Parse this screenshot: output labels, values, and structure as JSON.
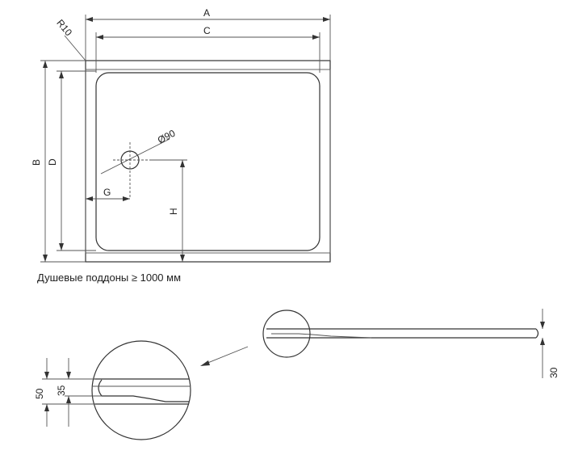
{
  "top_view": {
    "dim_a": "A",
    "dim_c": "C",
    "dim_b": "B",
    "dim_d": "D",
    "dim_g": "G",
    "dim_h": "H",
    "radius": "R10",
    "drain": "Ø90"
  },
  "caption": "Душевые поддоны ≥ 1000 мм",
  "section_view": {
    "height_total": "30"
  },
  "detail_view": {
    "dim_50": "50",
    "dim_35": "35"
  },
  "colors": {
    "line": "#333333",
    "background": "#ffffff"
  }
}
